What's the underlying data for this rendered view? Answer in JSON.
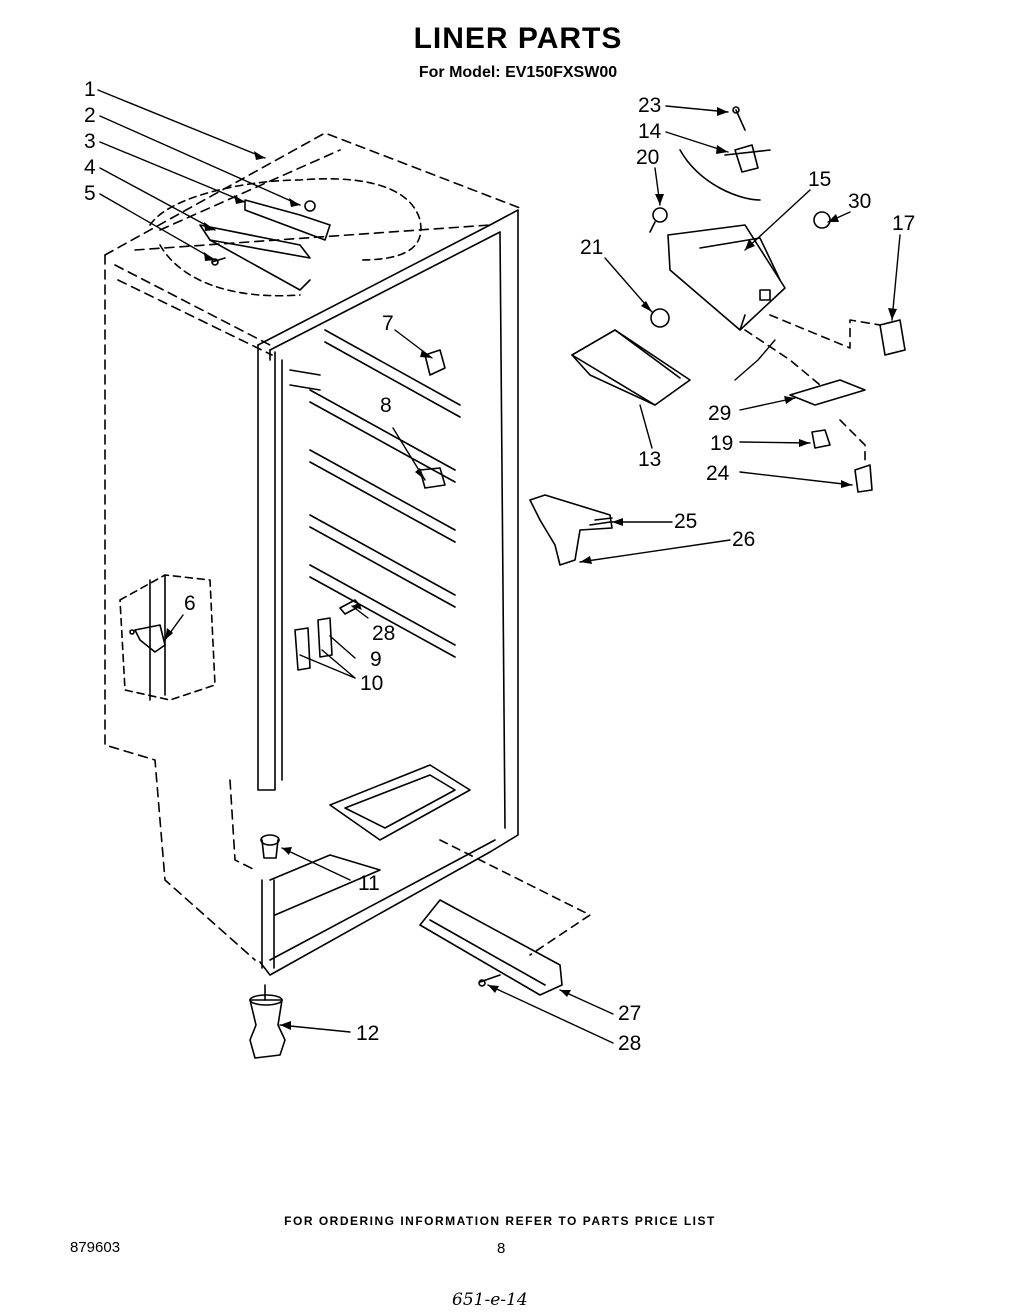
{
  "header": {
    "title": "LINER PARTS",
    "model_line": "For Model: EV150FXSW00"
  },
  "callouts": [
    {
      "label": "1"
    },
    {
      "label": "2"
    },
    {
      "label": "3"
    },
    {
      "label": "4"
    },
    {
      "label": "5"
    },
    {
      "label": "6"
    },
    {
      "label": "7"
    },
    {
      "label": "8"
    },
    {
      "label": "28"
    },
    {
      "label": "9"
    },
    {
      "label": "10"
    },
    {
      "label": "11"
    },
    {
      "label": "12"
    },
    {
      "label": "23"
    },
    {
      "label": "14"
    },
    {
      "label": "20"
    },
    {
      "label": "15"
    },
    {
      "label": "30"
    },
    {
      "label": "17"
    },
    {
      "label": "21"
    },
    {
      "label": "13"
    },
    {
      "label": "29"
    },
    {
      "label": "19"
    },
    {
      "label": "24"
    },
    {
      "label": "25"
    },
    {
      "label": "26"
    },
    {
      "label": "27"
    },
    {
      "label": "28"
    }
  ],
  "footer": {
    "ordering_note": "FOR ORDERING INFORMATION REFER TO PARTS PRICE LIST",
    "doc_number": "879603",
    "page_number": "8",
    "handwritten_note": "651-e-14"
  }
}
